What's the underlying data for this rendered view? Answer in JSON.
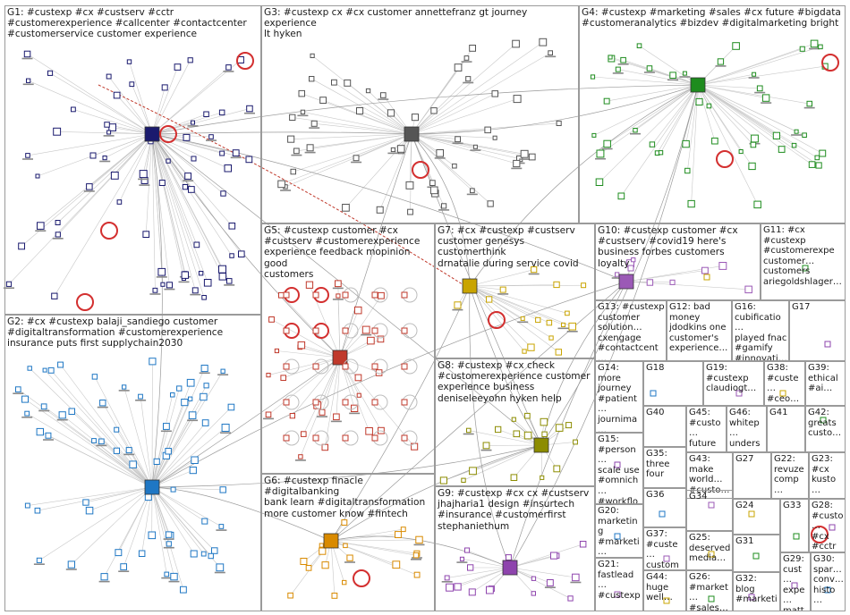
{
  "groups": [
    {
      "id": "G1",
      "label": "G1: #custexp #cx #custserv #cctr\n#customerexperience #callcenter #contactcenter\n#customerservice customer experience"
    },
    {
      "id": "G2",
      "label": "G2: #cx #custexp balaji_sandiego customer\n#digitaltransformation #customerexperience\ninsurance puts first supplychain2030"
    },
    {
      "id": "G3",
      "label": "G3: #custexp cx #cx customer annettefranz gt journey experience\nlt hyken"
    },
    {
      "id": "G4",
      "label": "G4: #custexp #marketing #sales #cx future #bigdata\n#customeranalytics #bizdev #digitalmarketing bright"
    },
    {
      "id": "G5",
      "label": "G5: #custexp customer #cx\n#custserv #customerexperience\nexperience feedback mopinion good\ncustomers"
    },
    {
      "id": "G6",
      "label": "G6: #custexp finacle #digitalbanking\nbank learn #digitaltransformation\nmore customer know #fintech"
    },
    {
      "id": "G7",
      "label": "G7: #cx #custexp #custserv\ncustomer genesys customerthink\ndrnatalie during service covid"
    },
    {
      "id": "G8",
      "label": "G8: #custexp #cx check\n#customerexperience customer\nexperience business\ndeniseleeyohn hyken help"
    },
    {
      "id": "G9",
      "label": "G9: #custexp #cx cx #custserv\njhajharia1 design #insurtech\n#insurance #customerfirst\nstephaniethum"
    },
    {
      "id": "G10",
      "label": "G10: #custexp customer #cx\n#custserv #covid19 here's\nbusiness forbes customers loyalty"
    },
    {
      "id": "G11",
      "label": "G11: #cx\n#custexp\n#customerexpe\ncustomer…\ncustomers\nariegoldshlager…"
    },
    {
      "id": "G13",
      "label": "G13: #custexp\ncustomer\nsolution…\ncxengage\n#contactcent…"
    },
    {
      "id": "G12",
      "label": "G12: bad\nmoney\njdodkins one\ncustomer's\nexperience…"
    },
    {
      "id": "G16",
      "label": "G16:\ncubificatio…\nplayed fnac\n#gamify\n#innovati…"
    },
    {
      "id": "G17",
      "label": "G17"
    },
    {
      "id": "G14",
      "label": "G14:\nmore\njourney\n#patient…\njournima…"
    },
    {
      "id": "G18",
      "label": "G18"
    },
    {
      "id": "G19",
      "label": "G19:\n#custexp\nclaudiogt…"
    },
    {
      "id": "G38",
      "label": "G38:\n#custe…\n#ceo…"
    },
    {
      "id": "G39",
      "label": "G39:\nethical\n#ai…"
    },
    {
      "id": "G15",
      "label": "G15:\n#person…\nscale use\n#omnich…\n#workflo…"
    },
    {
      "id": "G40",
      "label": "G40"
    },
    {
      "id": "G45",
      "label": "G45:\n#custo…\nfuture…"
    },
    {
      "id": "G46",
      "label": "G46:\nwhitep…\nunders…"
    },
    {
      "id": "G41",
      "label": "G41"
    },
    {
      "id": "G42",
      "label": "G42:\ngreats\ncusto…"
    },
    {
      "id": "G35",
      "label": "G35:\nthree\nfour"
    },
    {
      "id": "G43",
      "label": "G43:\nmake\nworld…\n#custo…"
    },
    {
      "id": "G27",
      "label": "G27"
    },
    {
      "id": "G22",
      "label": "G22:\nrevuze\ncomp…"
    },
    {
      "id": "G23",
      "label": "G23:\n#cx\nkusto…"
    },
    {
      "id": "G36",
      "label": "G36"
    },
    {
      "id": "G34",
      "label": "G34"
    },
    {
      "id": "G24",
      "label": "G24"
    },
    {
      "id": "G33",
      "label": "G33"
    },
    {
      "id": "G28",
      "label": "G28:\n#custo…\n#cx\n#cctr…"
    },
    {
      "id": "G20",
      "label": "G20:\nmarketing\n#marketi…\n#custexp…"
    },
    {
      "id": "G37",
      "label": "G37:\n#custe…\ncustom…"
    },
    {
      "id": "G25",
      "label": "G25:\ndeserved\nmedia…"
    },
    {
      "id": "G31",
      "label": "G31"
    },
    {
      "id": "G29",
      "label": "G29:\ncust…\nexpe…\nmatt…"
    },
    {
      "id": "G30",
      "label": "G30:\nspar…\nconv…\nhisto…"
    },
    {
      "id": "G21",
      "label": "G21:\nfastlead…\n#custexp"
    },
    {
      "id": "G44",
      "label": "G44:\nhuge\nwell…"
    },
    {
      "id": "G26",
      "label": "G26:\n#market…\n#sales…"
    },
    {
      "id": "G32",
      "label": "G32: blog\n#marketi…"
    }
  ],
  "colors": {
    "G1": "#1a1a6e",
    "G2": "#1f77c4",
    "G3": "#555555",
    "G4": "#1e8c1e",
    "G5": "#c0392b",
    "G6": "#d98a00",
    "G7": "#c9a400",
    "G8": "#8c8c00",
    "G9": "#8e44ad",
    "G10": "#9b59b6",
    "edge": "#c8c8c8",
    "selfloop": "#d32f2f"
  }
}
